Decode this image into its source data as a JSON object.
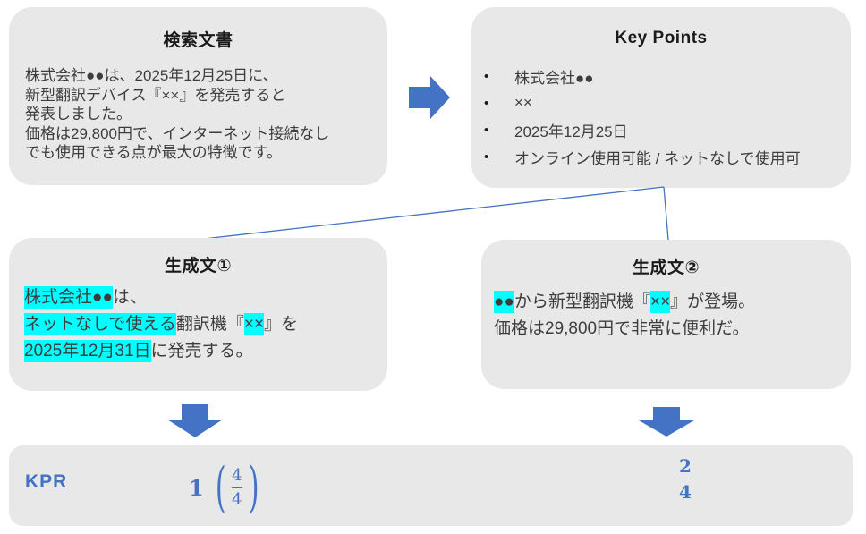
{
  "colors": {
    "box_background": "#e8e8e8",
    "accent_blue": "#4472c4",
    "highlight_cyan": "#00ffff",
    "body_text": "#3d3d3d",
    "title_text": "#1a1a1a"
  },
  "source_doc": {
    "title": "検索文書",
    "lines": [
      "株式会社●●は、2025年12月25日に、",
      "新型翻訳デバイス『××』を発売すると",
      "発表しました。",
      "価格は29,800円で、インターネット接続なし",
      "でも使用できる点が最大の特徴です。"
    ]
  },
  "key_points": {
    "title": "Key Points",
    "bullet": "•",
    "items": [
      "株式会社●●",
      "××",
      "2025年12月25日",
      "オンライン使用可能 / ネットなしで使用可"
    ]
  },
  "generated1": {
    "title": "生成文①",
    "lines": [
      [
        {
          "t": "株式会社●●",
          "hl": true
        },
        {
          "t": "は、",
          "hl": false
        }
      ],
      [
        {
          "t": "ネットなしで使える",
          "hl": true
        },
        {
          "t": "翻訳機『",
          "hl": false
        },
        {
          "t": "××",
          "hl": true
        },
        {
          "t": "』を",
          "hl": false
        }
      ],
      [
        {
          "t": "2025年12月31日",
          "hl": true
        },
        {
          "t": "に発売する。",
          "hl": false
        }
      ]
    ]
  },
  "generated2": {
    "title": "生成文②",
    "lines": [
      [
        {
          "t": "●●",
          "hl": true
        },
        {
          "t": "から新型翻訳機『",
          "hl": false
        },
        {
          "t": "××",
          "hl": true
        },
        {
          "t": "』が登場。",
          "hl": false
        }
      ],
      [
        {
          "t": "価格は29,800円で非常に便利だ。",
          "hl": false
        }
      ]
    ]
  },
  "kpr": {
    "label": "KPR",
    "score1": {
      "whole": "1",
      "open": "(",
      "num": "4",
      "den": "4",
      "close": ")"
    },
    "score2": {
      "num": "2",
      "den": "4"
    }
  }
}
